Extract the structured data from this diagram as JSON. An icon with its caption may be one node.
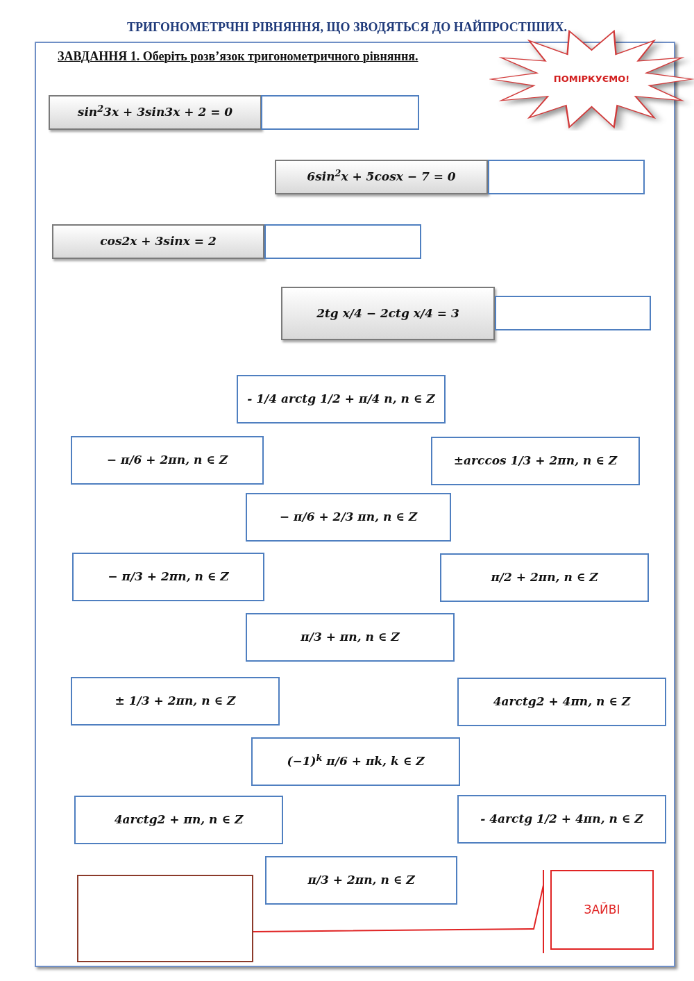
{
  "diagram": {
    "title": "ТРИГОНОМЕТРЧНІ РІВНЯННЯ, ЩО ЗВОДЯТЬСЯ ДО НАЙПРОСТІШИХ.",
    "nodes": [
      {
        "text": [
          "ПОМІРКУЄМО!"
        ]
      },
      {
        "text": [
          "sin$^{2}$3x + 3sin3x + 2 = 0"
        ]
      },
      {
        "text": [],
        "shape": "box"
      },
      {
        "text": [
          "6sin$^{2}$x + 5cosx − 7 = 0"
        ]
      },
      {
        "text": [],
        "shape": "box"
      },
      {
        "text": [
          "cos2x + 3sinx = 2"
        ]
      },
      {
        "text": [],
        "shape": "box"
      },
      {
        "text": [
          "2tg x/4 − 2ctg x/4 = 3"
        ]
      },
      {
        "text": [],
        "shape": "box"
      },
      {
        "text": [
          "- 1/4 arctg 1/2 + π/4 n, n ∈ Z"
        ]
      },
      {
        "text": [
          "− π/6 + 2πn, n ∈ Z"
        ]
      },
      {
        "text": [
          "±arccos 1/3 + 2πn, n ∈ Z"
        ]
      },
      {
        "text": [
          "− π/6 + 2/3 πn, n ∈ Z"
        ]
      },
      {
        "text": [
          "− π/3 + 2πn, n ∈ Z"
        ]
      },
      {
        "text": [
          "π/2 + 2πn, n ∈ Z"
        ]
      },
      {
        "text": [
          "π/3 + πn, n ∈ Z"
        ]
      },
      {
        "text": [
          "± 1/3 + 2πn, n ∈ Z"
        ]
      },
      {
        "text": [
          "4arctg2 + 4πn, n ∈ Z"
        ]
      },
      {
        "text": [
          "(−1)$^{k}$ π/6 + πk, k ∈ Z"
        ]
      },
      {
        "text": [
          "4arctg2 + πn, n ∈ Z"
        ]
      },
      {
        "text": [
          "- 4arctg 1/2 + 4πn, n ∈ Z"
        ]
      },
      {
        "text": [
          "π/3 + 2πn, n ∈ Z"
        ]
      },
      {
        "text": [],
        "shape": "box"
      },
      {
        "text": [
          "ЗАЙВІ"
        ]
      }
    ],
    "edges": [
      {
        "from": 22,
        "to": 23,
        "arrow": "other",
        "color": "#e02424"
      }
    ],
    "labels": [
      "ЗАВДАННЯ 1. Оберіть розв’язок тригонометричного рівняння."
    ]
  }
}
